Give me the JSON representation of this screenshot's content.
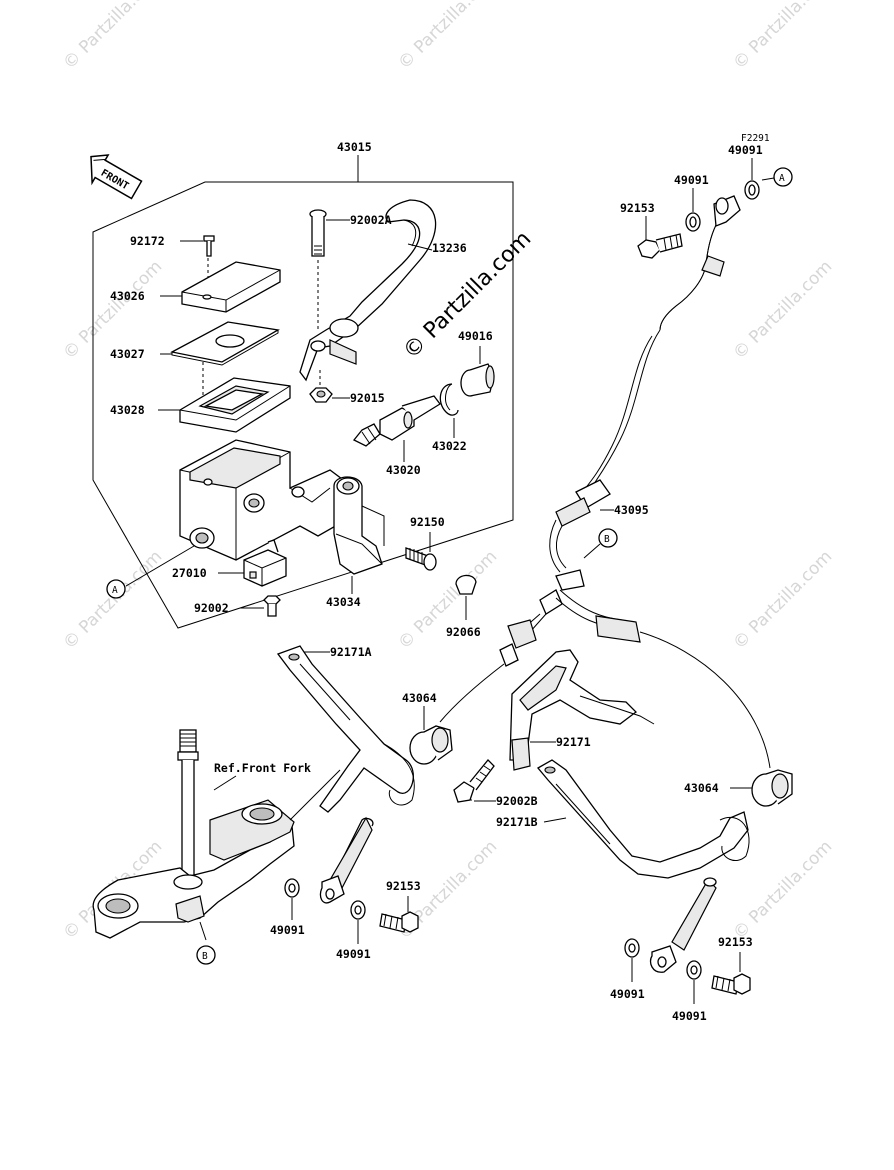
{
  "figure_code": "F2291",
  "direction_badge": "FRONT",
  "watermark_text": "© Partzilla.com",
  "callouts": {
    "A": "A",
    "B": "B"
  },
  "labels": {
    "p43015": "43015",
    "p92002A": "92002A",
    "p13236": "13236",
    "p92172": "92172",
    "p43026": "43026",
    "p43027": "43027",
    "p43028": "43028",
    "p49016": "49016",
    "p92015": "92015",
    "p43022": "43022",
    "p43020": "43020",
    "p92150": "92150",
    "p27010": "27010",
    "p43034": "43034",
    "p92002": "92002",
    "p92066": "92066",
    "p49091_top": "49091",
    "p49091_top2": "49091",
    "p92153_top": "92153",
    "p43095": "43095",
    "p92171A": "92171A",
    "p43064_left": "43064",
    "p92171": "92171",
    "p92002B": "92002B",
    "p92171B": "92171B",
    "p43064_right": "43064",
    "ref_front_fork": "Ref.Front Fork",
    "p92153_mid": "92153",
    "p49091_l1": "49091",
    "p49091_l2": "49091",
    "p92153_right": "92153",
    "p49091_r1": "49091",
    "p49091_r2": "49091"
  },
  "colors": {
    "line": "#000000",
    "part_fill": "#ffffff",
    "watermark": "#d6d6d6"
  }
}
